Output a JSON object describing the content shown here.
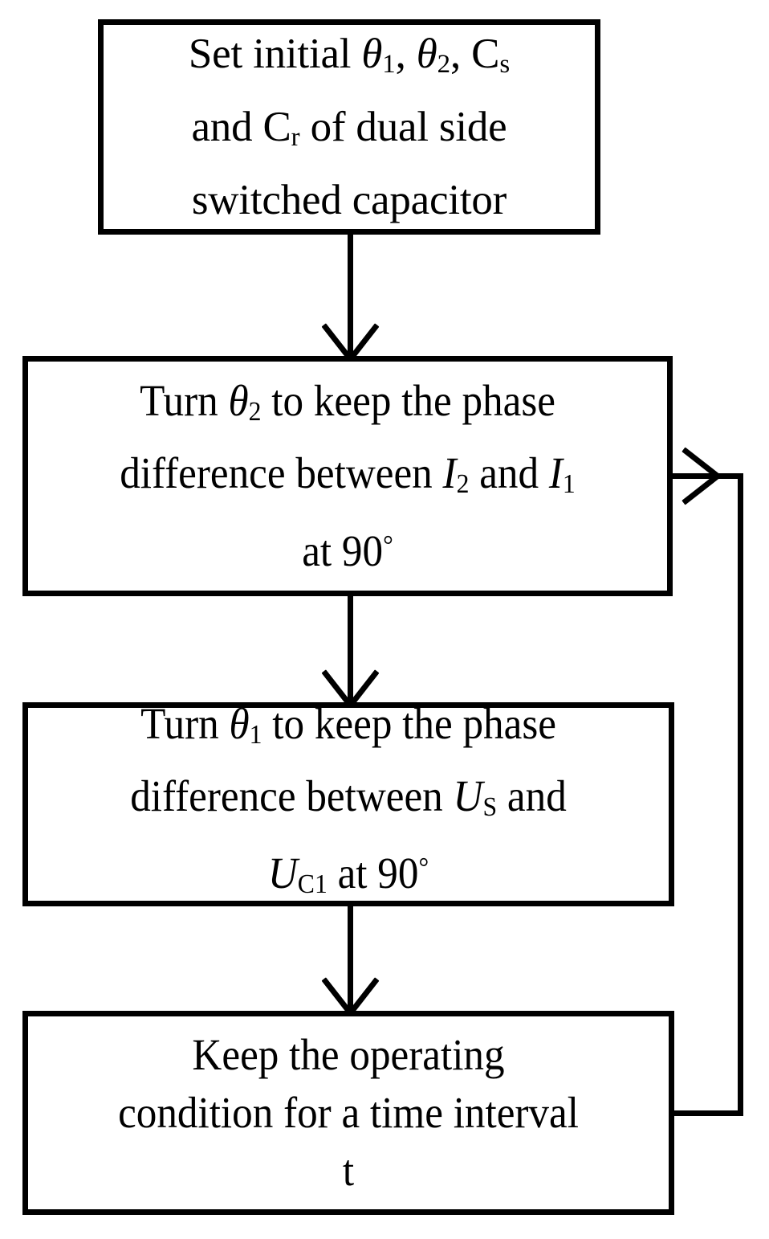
{
  "diagram": {
    "type": "flowchart",
    "orientation": "vertical-with-feedback-loop",
    "background_color": "#ffffff",
    "line_color": "#000000",
    "nodes": [
      {
        "id": "box-start",
        "shape": "rectangle",
        "lines": [
          {
            "parts": [
              {
                "text": "Set initial ",
                "style": "normal"
              },
              {
                "text": "θ",
                "style": "italic"
              },
              {
                "text": "1",
                "style": "subscript"
              },
              {
                "text": ", ",
                "style": "normal"
              },
              {
                "text": "θ",
                "style": "italic"
              },
              {
                "text": "2",
                "style": "subscript"
              },
              {
                "text": ", C",
                "style": "normal"
              },
              {
                "text": "s",
                "style": "subscript"
              }
            ]
          },
          {
            "parts": [
              {
                "text": "and C",
                "style": "normal"
              },
              {
                "text": "r",
                "style": "subscript"
              },
              {
                "text": " of dual side",
                "style": "normal"
              }
            ]
          },
          {
            "parts": [
              {
                "text": "switched capacitor",
                "style": "normal"
              }
            ]
          }
        ],
        "plain_text": "Set initial θ1, θ2, Cs and Cr of dual side switched capacitor"
      },
      {
        "id": "box-turn-theta2",
        "shape": "rectangle",
        "lines": [
          {
            "parts": [
              {
                "text": "Turn  ",
                "style": "normal"
              },
              {
                "text": "θ",
                "style": "italic"
              },
              {
                "text": "2",
                "style": "subscript"
              },
              {
                "text": " to keep the phase",
                "style": "normal"
              }
            ]
          },
          {
            "parts": [
              {
                "text": "difference between ",
                "style": "normal"
              },
              {
                "text": "I",
                "style": "italic"
              },
              {
                "text": "2",
                "style": "subscript"
              },
              {
                "text": " and ",
                "style": "normal"
              },
              {
                "text": "I",
                "style": "italic"
              },
              {
                "text": "1",
                "style": "subscript"
              }
            ]
          },
          {
            "parts": [
              {
                "text": "at 90",
                "style": "normal"
              },
              {
                "text": "°",
                "style": "degree"
              }
            ]
          }
        ],
        "plain_text": "Turn θ2 to keep the phase difference between I2 and I1 at 90°"
      },
      {
        "id": "box-turn-theta1",
        "shape": "rectangle",
        "lines": [
          {
            "parts": [
              {
                "text": "Turn  ",
                "style": "normal"
              },
              {
                "text": "θ",
                "style": "italic"
              },
              {
                "text": "1",
                "style": "subscript"
              },
              {
                "text": " to keep the phase",
                "style": "normal"
              }
            ]
          },
          {
            "parts": [
              {
                "text": "difference between ",
                "style": "normal"
              },
              {
                "text": "U",
                "style": "italic"
              },
              {
                "text": "S",
                "style": "subscript"
              },
              {
                "text": " and",
                "style": "normal"
              }
            ]
          },
          {
            "parts": [
              {
                "text": "U",
                "style": "italic"
              },
              {
                "text": "C1",
                "style": "subscript"
              },
              {
                "text": " at 90",
                "style": "normal"
              },
              {
                "text": "°",
                "style": "degree"
              }
            ]
          }
        ],
        "plain_text": "Turn θ1 to keep the phase difference between US and UC1 at 90°"
      },
      {
        "id": "box-keep-condition",
        "shape": "rectangle",
        "lines": [
          {
            "parts": [
              {
                "text": "Keep the operating",
                "style": "normal"
              }
            ]
          },
          {
            "parts": [
              {
                "text": "condition for a time interval",
                "style": "normal"
              }
            ]
          },
          {
            "parts": [
              {
                "text": "t",
                "style": "normal"
              }
            ]
          }
        ],
        "plain_text": "Keep the operating condition for a time interval t"
      }
    ],
    "edges": [
      {
        "id": "edge-start-to-theta2",
        "from": "box-start",
        "to": "box-turn-theta2",
        "style": "straight-down",
        "arrowhead": "open-v"
      },
      {
        "id": "edge-theta2-to-theta1",
        "from": "box-turn-theta2",
        "to": "box-turn-theta1",
        "style": "straight-down",
        "arrowhead": "open-v"
      },
      {
        "id": "edge-theta1-to-keep",
        "from": "box-turn-theta1",
        "to": "box-keep-condition",
        "style": "straight-down",
        "arrowhead": "open-v"
      },
      {
        "id": "edge-feedback-loop",
        "from": "box-keep-condition",
        "to": "box-turn-theta2",
        "style": "right-side-loop",
        "arrowhead": "open-v"
      }
    ]
  }
}
